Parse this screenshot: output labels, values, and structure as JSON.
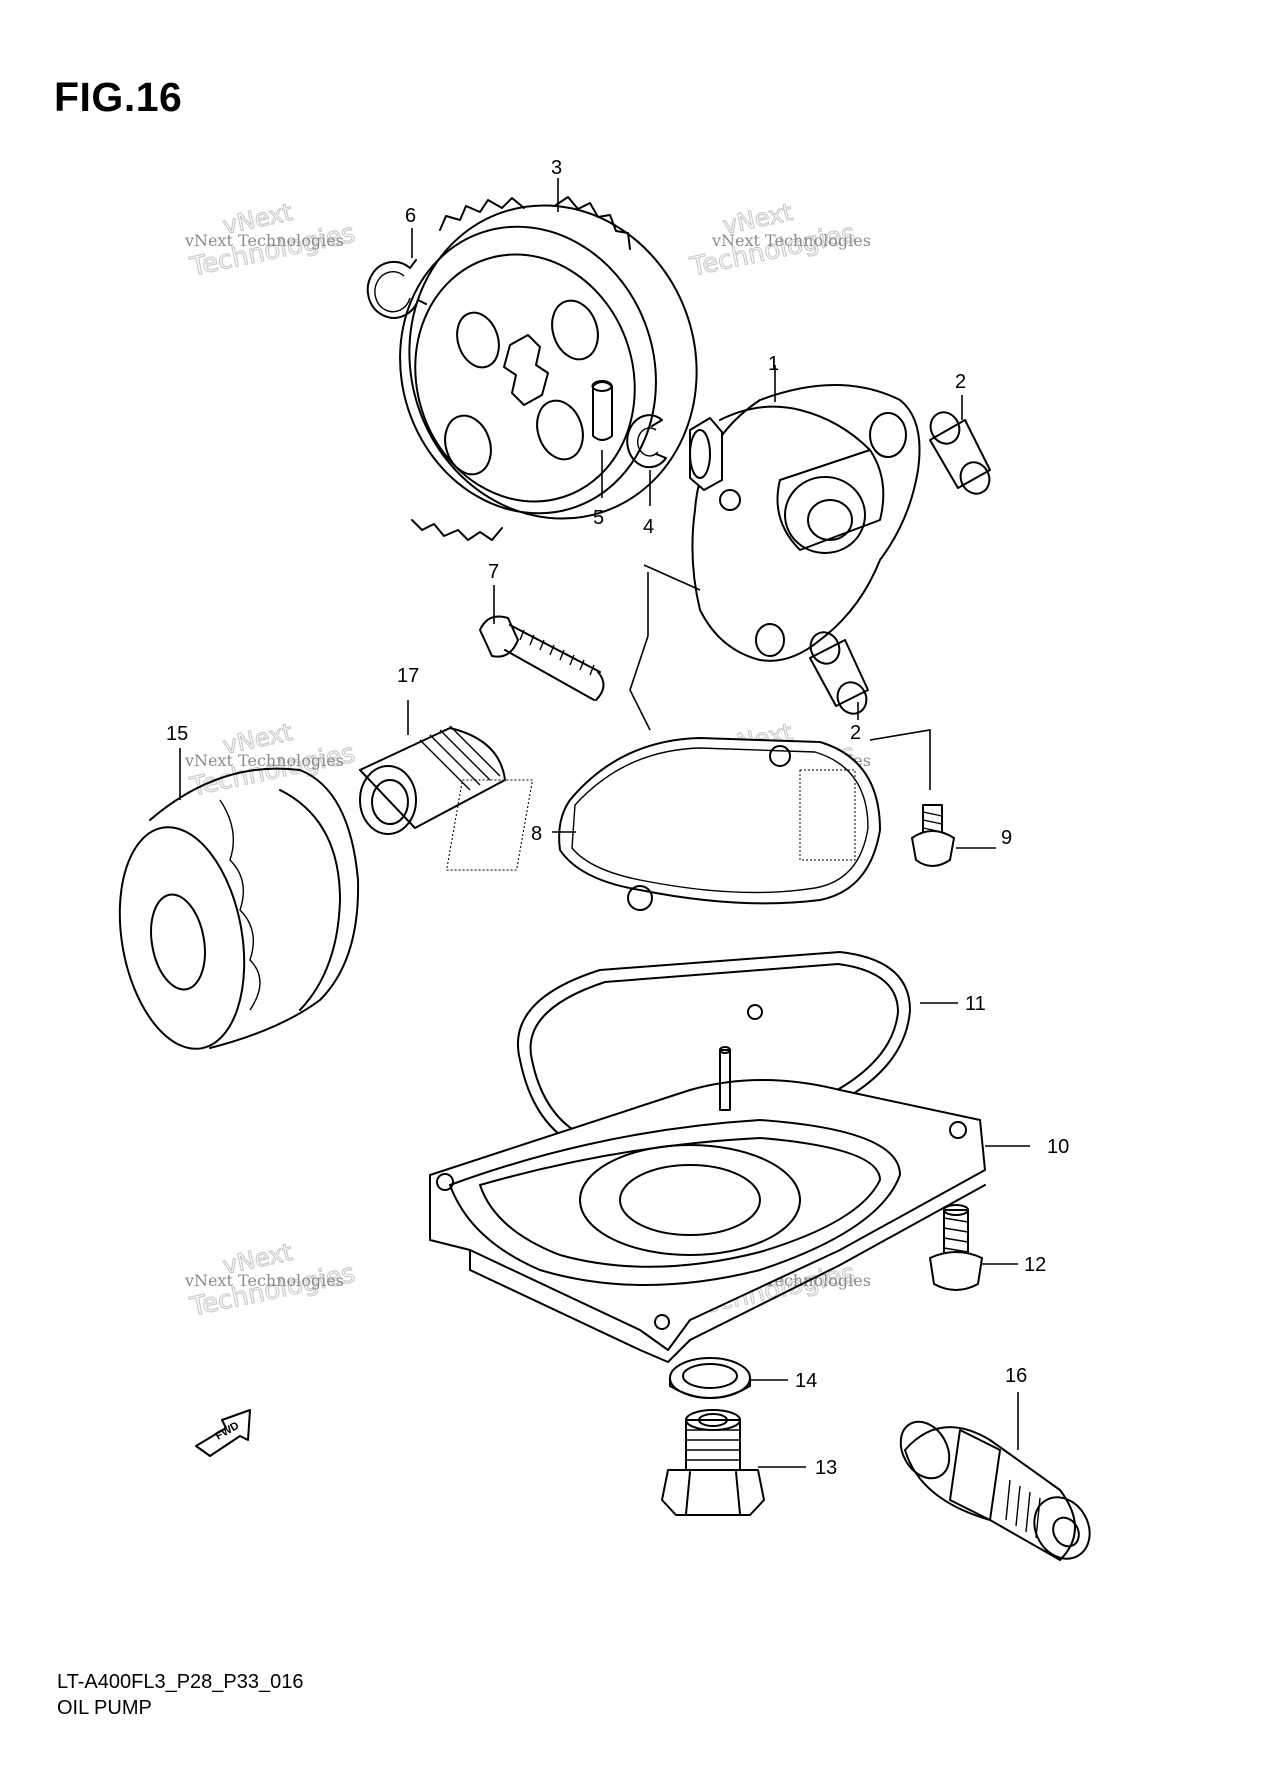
{
  "figure": {
    "title": "FIG.16",
    "model_code": "LT-A400FL3_P28_P33_016",
    "name": "OIL PUMP",
    "fwd_label": "FWD"
  },
  "watermark": {
    "line1": "vNext Technologies",
    "line2": "vNext",
    "line3": "Technologies"
  },
  "callouts": [
    "1",
    "2",
    "2",
    "3",
    "4",
    "5",
    "6",
    "7",
    "8",
    "9",
    "10",
    "11",
    "12",
    "13",
    "14",
    "15",
    "16",
    "17"
  ]
}
